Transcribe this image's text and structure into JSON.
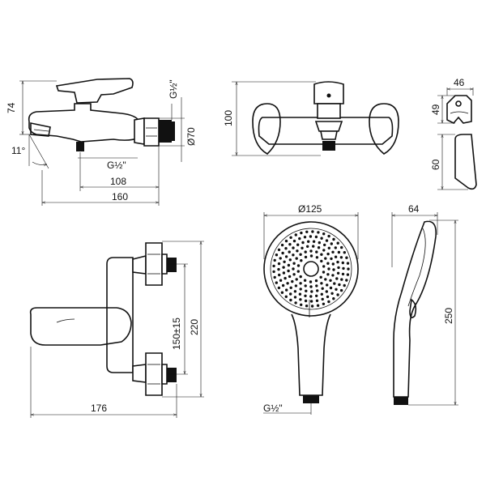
{
  "bath_side_view": {
    "height": "74",
    "spout_angle": "11°",
    "inlet_thread": "G½\"",
    "outlet_thread": "G½\"",
    "diameter": "Ø70",
    "offset_108": "108",
    "length_160": "160"
  },
  "bath_front_view": {
    "height": "100"
  },
  "holder": {
    "width": "46",
    "height_top": "49",
    "height_bottom": "60"
  },
  "hand_shower": {
    "diameter": "Ø125",
    "thread": "G½\"",
    "depth": "64",
    "length": "250"
  },
  "mixer_top_view": {
    "depth": "176",
    "spacing": "150±15",
    "height": "220"
  }
}
